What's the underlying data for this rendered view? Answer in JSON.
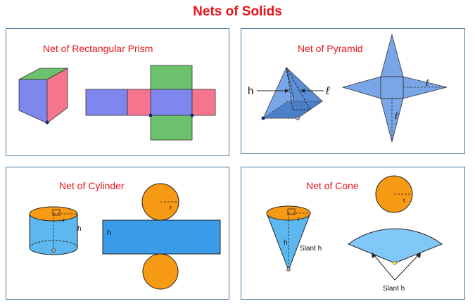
{
  "title": "Nets of Solids",
  "panels": {
    "prism": {
      "title": "Net of Rectangular Prism"
    },
    "pyramid": {
      "title": "Net of Pyramid",
      "height_label": "h",
      "slant_label": "ℓ"
    },
    "cylinder": {
      "title": "Net of Cylinder",
      "radius_label": "r",
      "height_label": "h"
    },
    "cone": {
      "title": "Net of Cone",
      "radius_label": "r",
      "height_label": "h",
      "slant_label": "Slant h",
      "arc_slant_label": "Slant h"
    }
  },
  "colors": {
    "title_red": "#e8141b",
    "panel_border": "#4f7fa8",
    "green": "#6cc26c",
    "blue": "#7f86ee",
    "pink": "#f5758f",
    "light_blue": "#5cb8ee",
    "pyramid_blue": "#79a6e6",
    "orange": "#f79a14"
  }
}
